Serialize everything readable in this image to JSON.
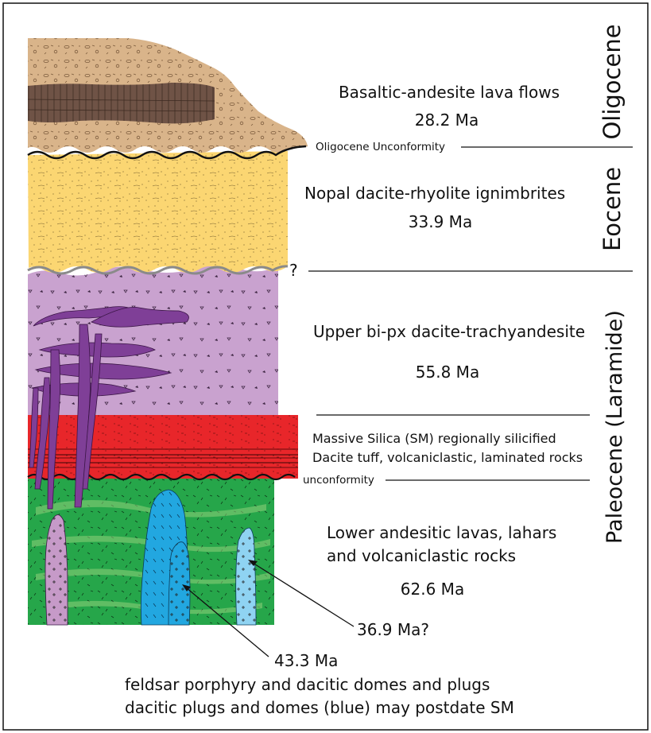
{
  "colors": {
    "oligocene_tan": "#d9b48a",
    "basalt_brown": "#6f5346",
    "eocene_yellow": "#fbd672",
    "upper_purple": "#c9a2cf",
    "intrusion_purple": "#7f3f97",
    "silica_red": "#e8262a",
    "lower_green": "#26a64a",
    "blue_dome": "#22a7e0",
    "light_blue_dome": "#8fd3f2",
    "pink_plug": "#c69ac8"
  },
  "periods": {
    "oligocene": "Oligocene",
    "eocene": "Eocene",
    "paleocene": "Paleocene (Laramide)"
  },
  "units": {
    "basalt_name": "Basaltic-andesite lava flows",
    "basalt_age": "28.2 Ma",
    "nopal_name": "Nopal dacite-rhyolite ignimbrites",
    "nopal_age": "33.9 Ma",
    "upper_name": "Upper bi-px dacite-trachyandesite",
    "upper_age": "55.8 Ma",
    "silica_line1": "Massive Silica (SM) regionally silicified",
    "silica_line2": "Dacite tuff, volcaniclastic, laminated rocks",
    "lower_line1": "Lower andesitic lavas, lahars",
    "lower_line2": "and volcaniclastic  rocks",
    "lower_age": "62.6 Ma"
  },
  "boundaries": {
    "oligocene_unconformity": "Oligocene Unconformity",
    "uncertain": "?",
    "unconformity": "unconformity"
  },
  "intrusions": {
    "light_blue_age": "36.9 Ma?",
    "blue_age": "43.3 Ma",
    "caption_line1": "feldsar porphyry and dacitic domes and plugs",
    "caption_line2": "dacitic plugs and domes (blue) may postdate SM"
  }
}
